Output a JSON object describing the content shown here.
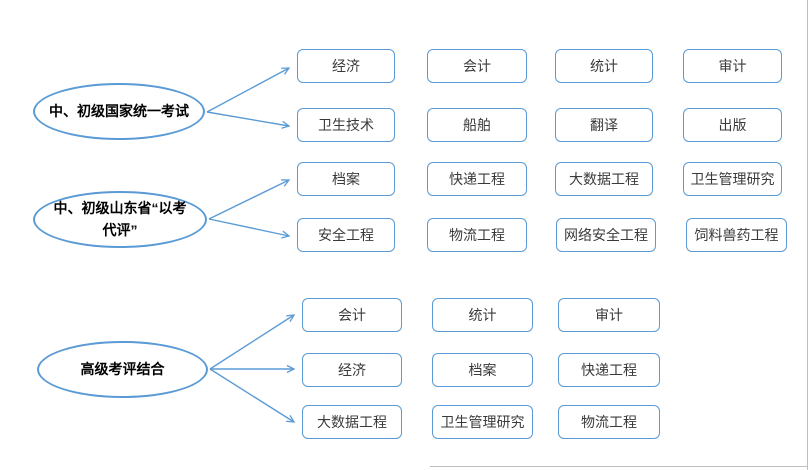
{
  "colors": {
    "shape_border": "#5B9BD5",
    "arrow": "#5B9BD5",
    "box_text": "#3A3A3A",
    "ellipse_text": "#000000",
    "frame_line": "#BFBFBF",
    "background": "#FFFFFF"
  },
  "groups": [
    {
      "ellipse_label": "中、初级国家统一考试",
      "rows": [
        [
          "经济",
          "会计",
          "统计",
          "审计"
        ],
        [
          "卫生技术",
          "船舶",
          "翻译",
          "出版"
        ]
      ]
    },
    {
      "ellipse_label": "中、初级山东省“以考代评”",
      "rows": [
        [
          "档案",
          "快递工程",
          "大数据工程",
          "卫生管理研究"
        ],
        [
          "安全工程",
          "物流工程",
          "网络安全工程",
          "饲料兽药工程"
        ]
      ]
    },
    {
      "ellipse_label": "高级考评结合",
      "rows": [
        [
          "会计",
          "统计",
          "审计"
        ],
        [
          "经济",
          "档案",
          "快递工程"
        ],
        [
          "大数据工程",
          "卫生管理研究",
          "物流工程"
        ]
      ]
    }
  ]
}
